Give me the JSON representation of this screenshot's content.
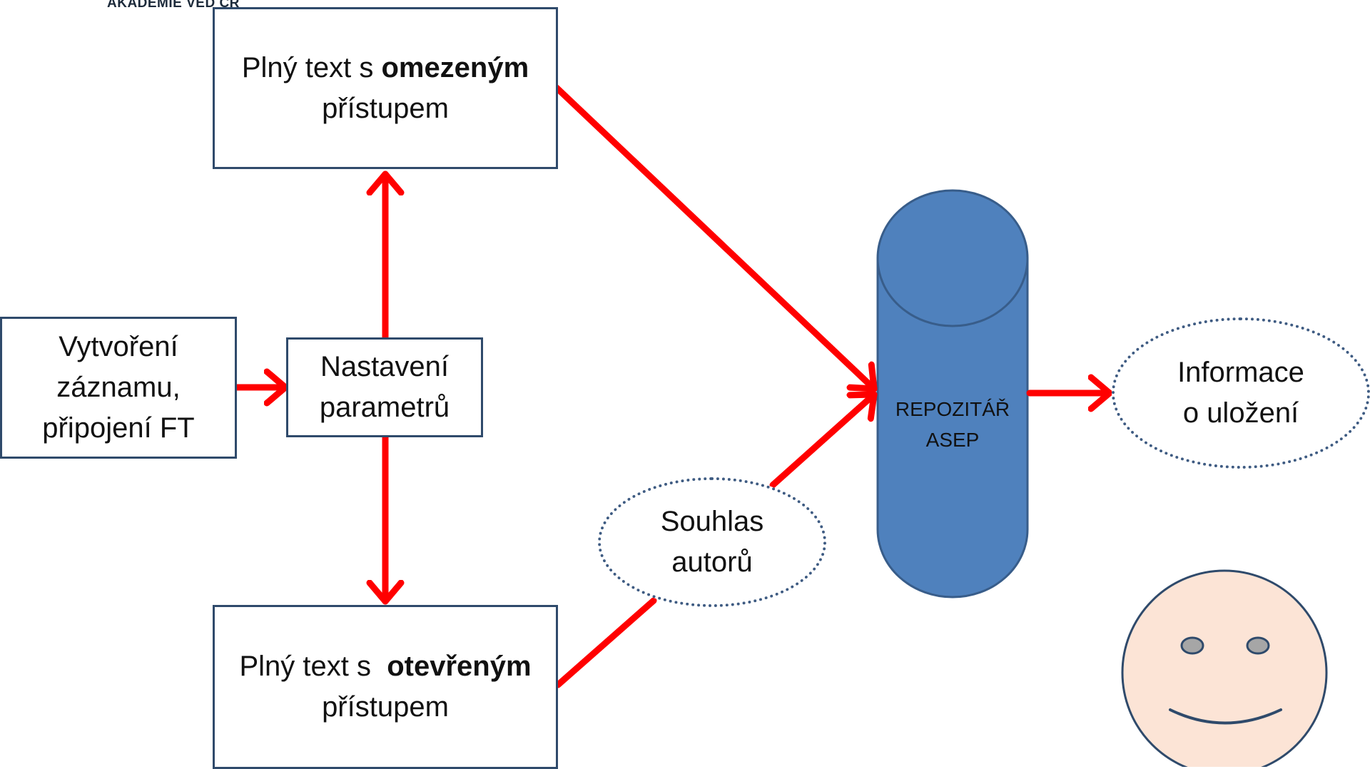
{
  "header": {
    "org_text": "AKADEMIE VĚD ČR"
  },
  "nodes": {
    "restricted": {
      "text_normal": "Plný text s ",
      "text_bold": "omezeným",
      "line2": "přístupem"
    },
    "record": {
      "line1": "Vytvoření",
      "line2": "záznamu,",
      "line3": "připojení FT"
    },
    "settings": {
      "line1": "Nastavení",
      "line2": "parametrů"
    },
    "open": {
      "text_normal": "Plný text s  ",
      "text_bold": "otevřeným",
      "line2": "přístupem"
    },
    "consent": {
      "line1": "Souhlas",
      "line2": "autorů"
    },
    "repository": {
      "line1": "REPOZITÁŘ",
      "line2": "ASEP"
    },
    "info": {
      "line1": "Informace",
      "line2": "o uložení"
    }
  },
  "colors": {
    "arrow": "#ff0000",
    "box_border": "#2f4a6b",
    "cylinder_fill": "#4f81bd",
    "cylinder_stroke": "#385d8a",
    "smiley_fill": "#fce4d6",
    "smiley_stroke": "#2f4a6b"
  },
  "icons": {
    "smiley": "smiley-face-icon"
  }
}
